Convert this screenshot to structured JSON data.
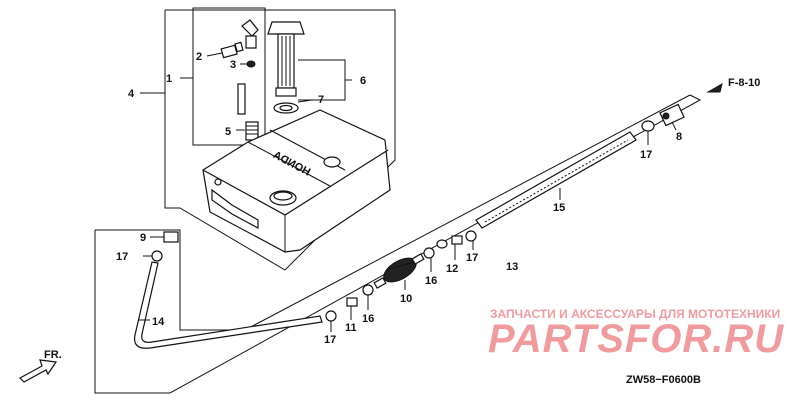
{
  "callouts": {
    "p1": "1",
    "p2": "2",
    "p3": "3",
    "p4": "4",
    "p5": "5",
    "p6": "6",
    "p7": "7",
    "p8": "8",
    "p9": "9",
    "p10": "10",
    "p11": "11",
    "p12": "12",
    "p13": "13",
    "p14": "14",
    "p15": "15",
    "p16a": "16",
    "p16b": "16",
    "p17a": "17",
    "p17b": "17",
    "p17c": "17",
    "p17d": "17"
  },
  "tank_brand": "HONDA",
  "reference": "F-8-10",
  "direction_label": "FR.",
  "diagram_code": "ZW58−F0600B",
  "watermark": {
    "subtitle": "ЗАПЧАСТИ И АКСЕССУАРЫ ДЛЯ МОТОТЕХНИКИ",
    "brand": "PARTSFOR.RU",
    "color": "#ef8a8f"
  }
}
